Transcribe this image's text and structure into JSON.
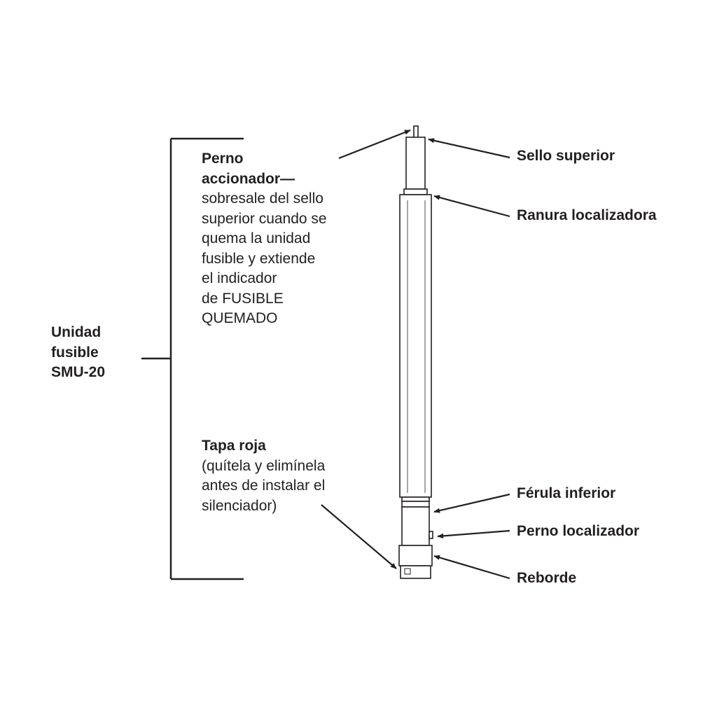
{
  "diagram": {
    "unit_label": [
      "Unidad",
      "fusible",
      "SMU-20"
    ],
    "actuating_pin": {
      "title": [
        "Perno",
        "accionador—"
      ],
      "description": [
        "sobresale del sello",
        "superior cuando se",
        "quema la unidad",
        "fusible y extiende",
        "el indicador",
        "de FUSIBLE",
        "QUEMADO"
      ]
    },
    "red_cap": {
      "title": "Tapa roja",
      "description": [
        "(quítela y elimínela",
        "antes de instalar el",
        "silenciador)"
      ]
    },
    "callouts": {
      "top_seal": "Sello superior",
      "locating_groove": "Ranura localizadora",
      "lower_ferrule": "Férula inferior",
      "locating_pin": "Perno localizador",
      "flange": "Reborde"
    },
    "colors": {
      "ink": "#231f20",
      "background": "#ffffff"
    }
  }
}
